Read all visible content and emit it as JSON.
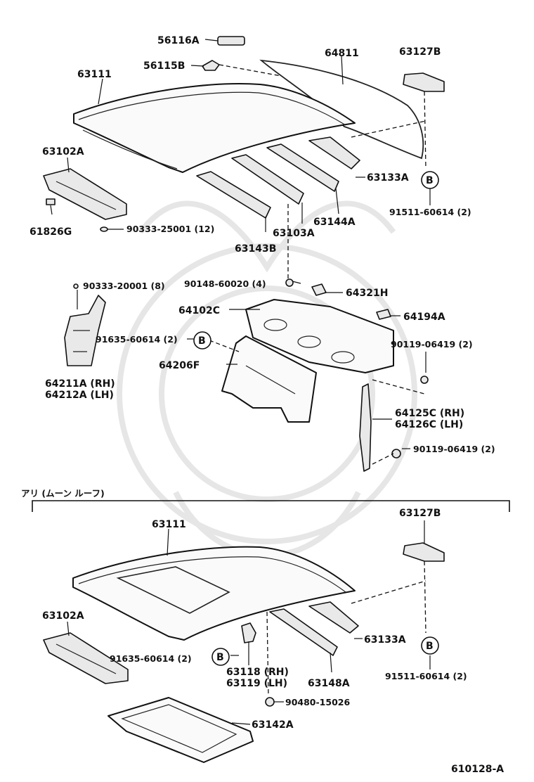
{
  "upper": {
    "roof_panel": "63111",
    "roof_glass": "64811",
    "clip_a": "56116A",
    "clip_b": "56115B",
    "bracket": "63127B",
    "front_header": "63102A",
    "pad": "61826G",
    "screw_12": "90333-25001 (12)",
    "rail_143": "63143B",
    "rail_103": "63103A",
    "rail_144": "63144A",
    "rail_133": "63133A",
    "bolt_b": "91511-60614 (2)",
    "bolt_4": "90148-60020 (4)",
    "screw_8": "90333-20001 (8)",
    "bracket_321": "64321H",
    "package_tray": "64102C",
    "plug": "64194A",
    "bolt_91635": "91635-60614 (2)",
    "partition": "64206F",
    "bolt_90119a": "90119-06419 (2)",
    "side_rh": "64211A (RH)",
    "side_lh": "64212A (LH)",
    "brace_rh": "64125C (RH)",
    "brace_lh": "64126C (LH)",
    "bolt_90119b": "90119-06419 (2)",
    "ref_b": "B"
  },
  "lower": {
    "section_title": "アリ (ムーン ルーフ)",
    "roof_panel": "63111",
    "bracket": "63127B",
    "front_header": "63102A",
    "rail_133": "63133A",
    "bolt_91635": "91635-60614 (2)",
    "hinge_rh": "63118 (RH)",
    "hinge_lh": "63119 (LH)",
    "rail_148": "63148A",
    "bolt_b": "91511-60614 (2)",
    "nut": "90480-15026",
    "housing": "63142A",
    "ref_b": "B"
  },
  "figure_id": "610128-A"
}
